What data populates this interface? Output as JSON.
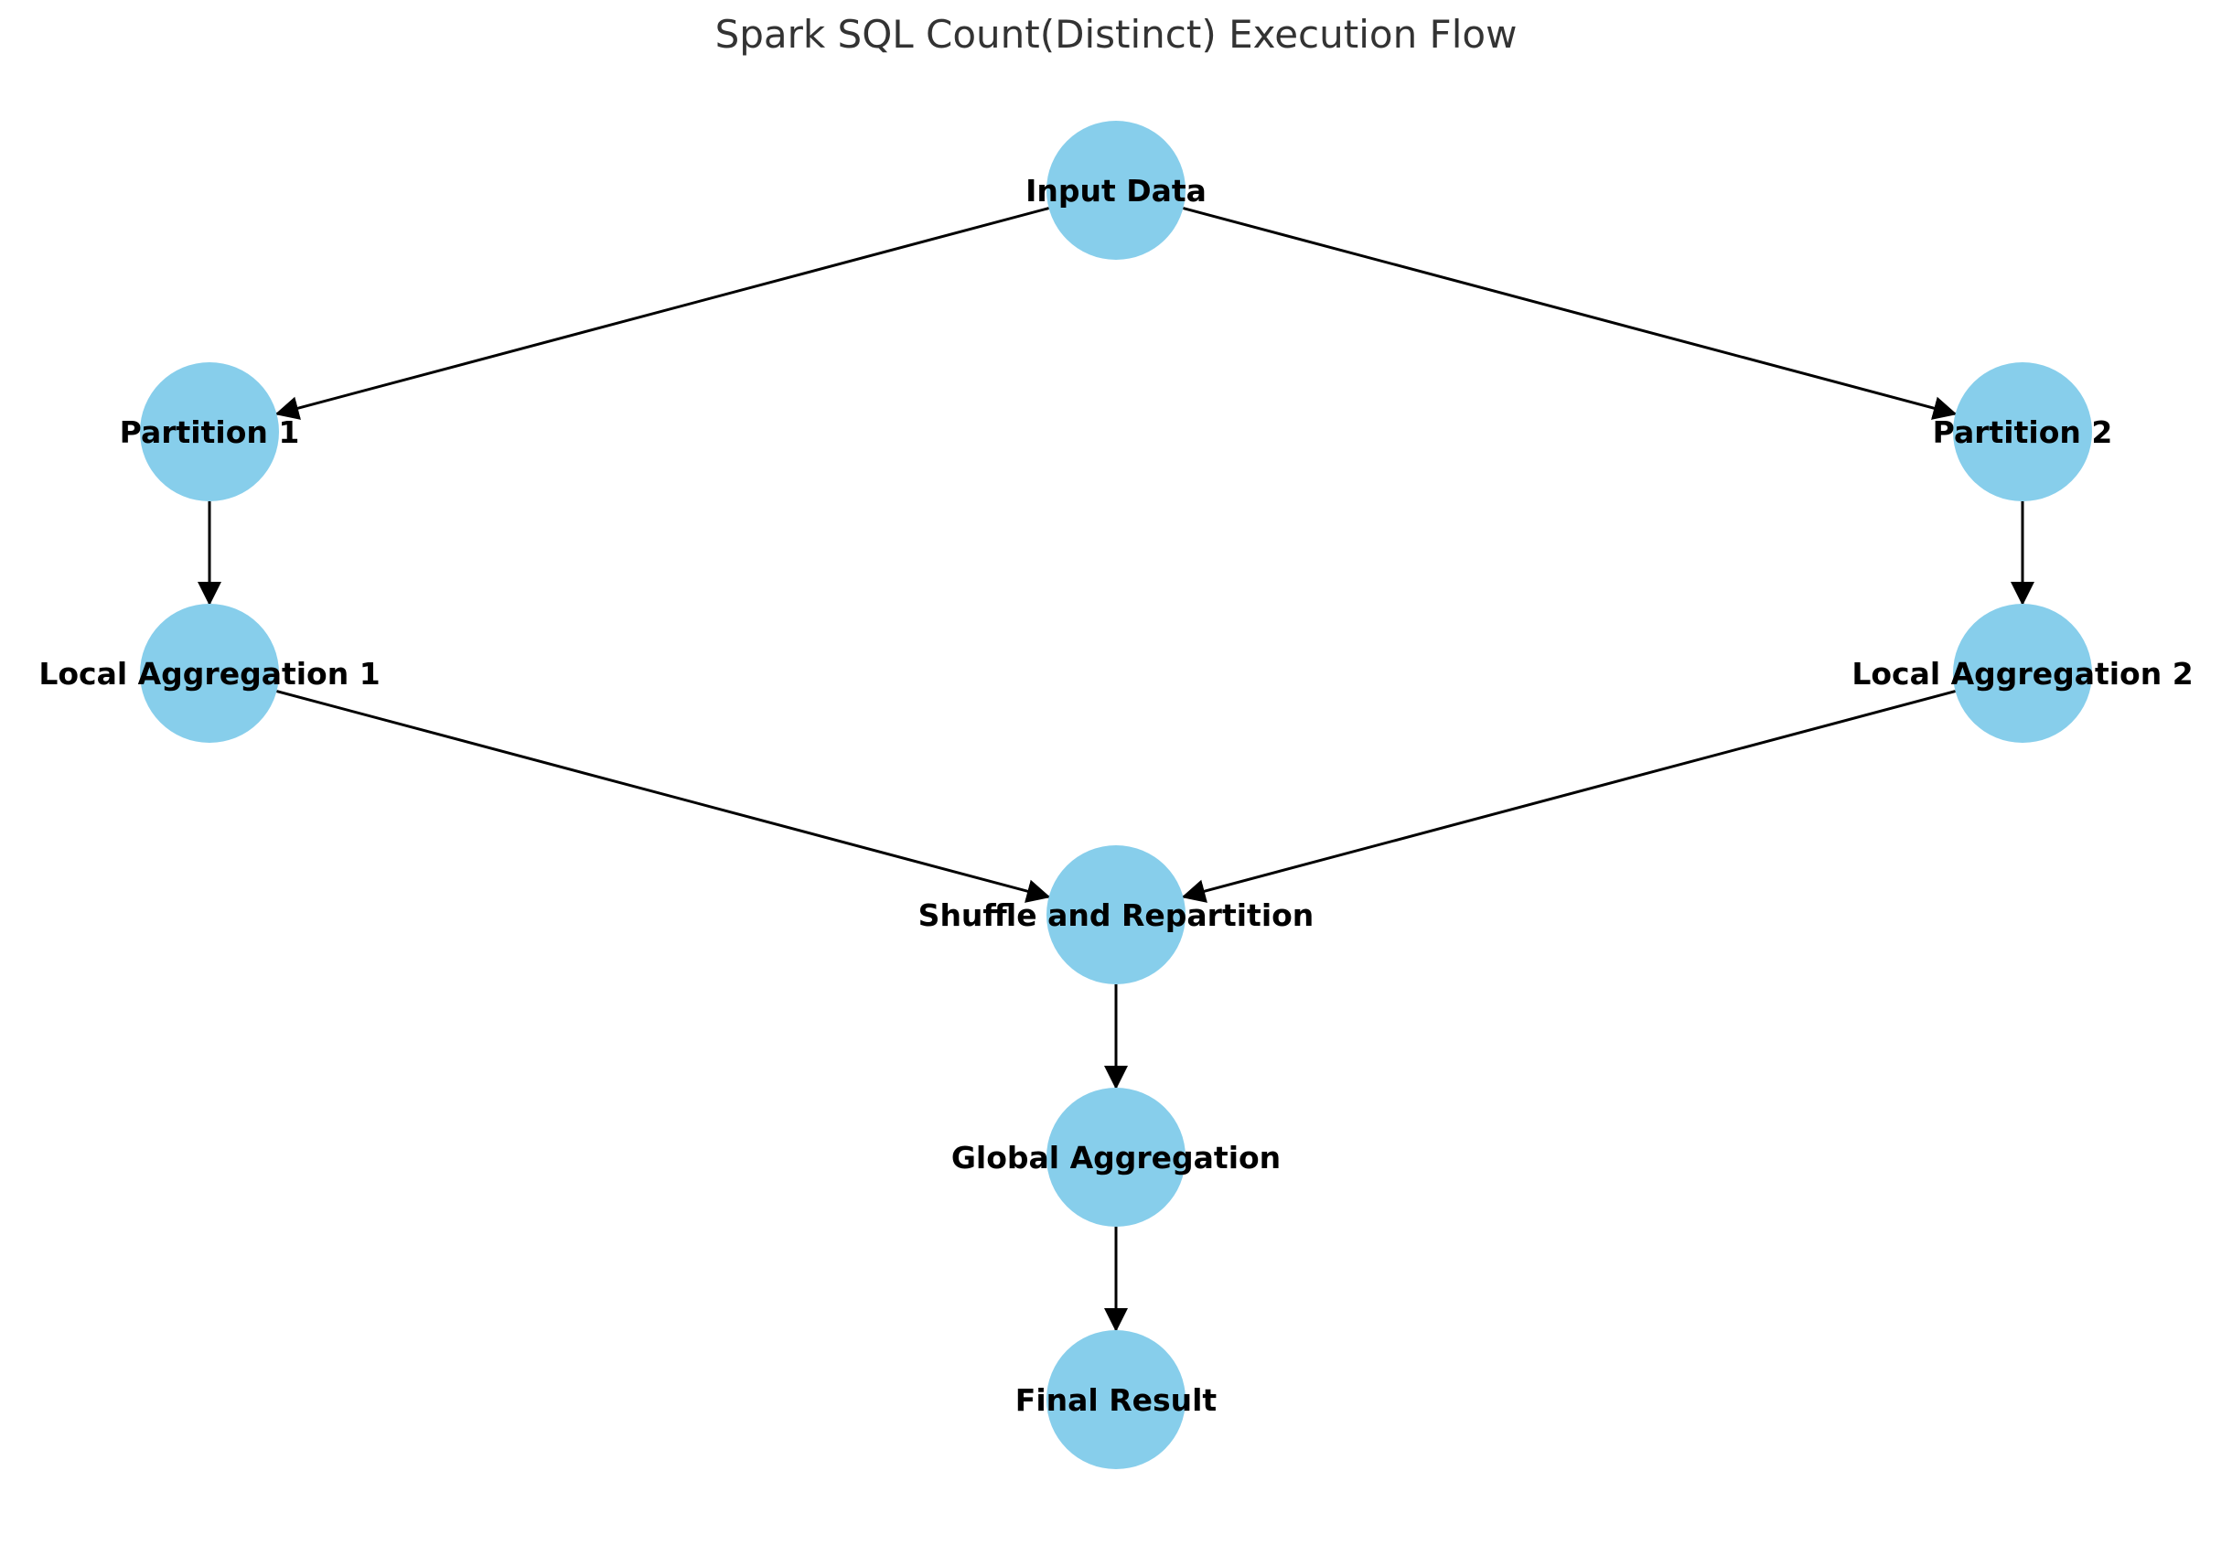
{
  "diagram": {
    "title": "Spark SQL Count(Distinct) Execution Flow",
    "node_color": "#87CEEB",
    "edge_color": "#000000",
    "nodes": [
      {
        "id": "input",
        "label": "Input Data"
      },
      {
        "id": "p1",
        "label": "Partition 1"
      },
      {
        "id": "p2",
        "label": "Partition 2"
      },
      {
        "id": "la1",
        "label": "Local Aggregation 1"
      },
      {
        "id": "la2",
        "label": "Local Aggregation 2"
      },
      {
        "id": "shuffle",
        "label": "Shuffle and Repartition"
      },
      {
        "id": "global",
        "label": "Global Aggregation"
      },
      {
        "id": "final",
        "label": "Final Result"
      }
    ],
    "edges": [
      {
        "from": "input",
        "to": "p1"
      },
      {
        "from": "input",
        "to": "p2"
      },
      {
        "from": "p1",
        "to": "la1"
      },
      {
        "from": "p2",
        "to": "la2"
      },
      {
        "from": "la1",
        "to": "shuffle"
      },
      {
        "from": "la2",
        "to": "shuffle"
      },
      {
        "from": "shuffle",
        "to": "global"
      },
      {
        "from": "global",
        "to": "final"
      }
    ]
  }
}
